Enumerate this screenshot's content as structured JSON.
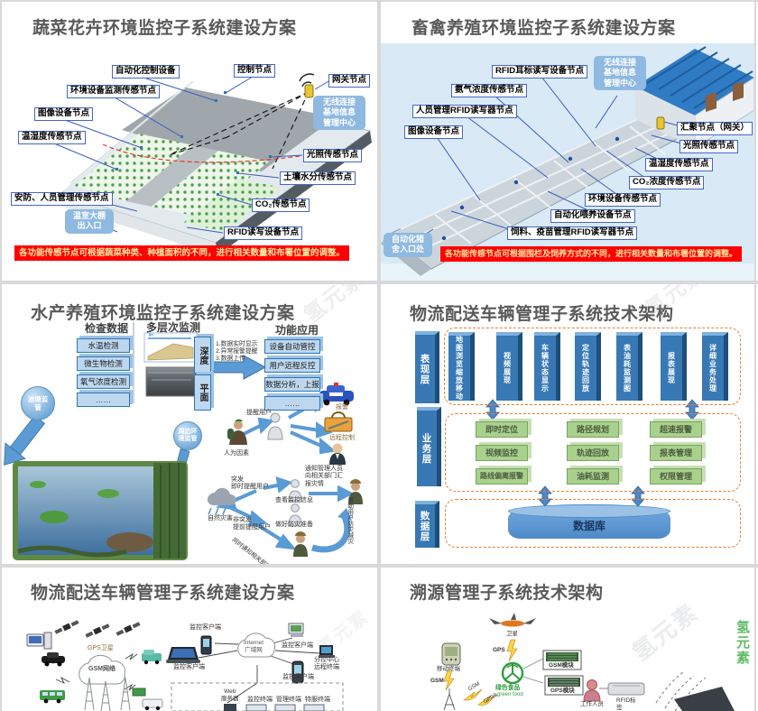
{
  "watermark": {
    "text": "氢元素"
  },
  "slide1": {
    "title": "蔬菜花卉环境监控子系统建设方案",
    "callout_auto": "自动化控制设备",
    "callout_control": "控制节点",
    "callout_gateway": "网关节点",
    "callout_envmon": "环境设备监测传感节点",
    "callout_image": "图像设备节点",
    "callout_temphum": "温湿度传感节点",
    "callout_security": "安防、人员管理传感节点",
    "callout_light": "光照传感节点",
    "callout_soil": "土壤水分传感节点",
    "callout_co2": "CO₂传感节点",
    "callout_rfid": "RFID读写设备节点",
    "chip_entrance": "温室大棚\n出入口",
    "chip_wireless": "无线连接\n基地信息\n管理中心",
    "banner": "各功能传感节点可根据蔬菜种类、种植面积的不同，进行相关数量和布署位置的调整。"
  },
  "slide2": {
    "title": "畜禽养殖环境监控子系统建设方案",
    "callout_rfid_ear": "RFID耳标读写设备节点",
    "callout_ammonia": "氨气浓度传感节点",
    "callout_staff": "人员管理RFID读写器节点",
    "callout_image": "图像设备节点",
    "callout_sink": "汇聚节点（网关）",
    "callout_light": "光照传感节点",
    "callout_temphum": "温湿度传感节点",
    "callout_co2": "CO₂浓度传感节点",
    "callout_envdev": "环境设备传感节点",
    "callout_feeder": "自动化喂养设备节点",
    "callout_feed_rfid": "饲料、疫苗管理RFID读写器节点",
    "chip_wireless": "无线连接\n基地信息\n管理中心",
    "chip_entrance": "自动化猪\n舍入口处",
    "banner": "各功能传感节点可根据围栏及饲养方式的不同，进行相关数量和布署位置的调整。"
  },
  "slide3": {
    "title": "水产养殖环境监控子系统建设方案",
    "header_check": "检查数据",
    "header_multi": "多层次监测",
    "header_func": "功能应用",
    "check_items": [
      "水温检测",
      "微生物检测",
      "氧气浓度检测",
      "……"
    ],
    "tab_depth": "深度",
    "tab_plane": "平面",
    "arrow_notes": "1.数据实时显示\n2.异常报警提醒\n3.数据上传",
    "func_items": [
      "设备自动管控",
      "用户远程反控",
      "数据分析，上报",
      "……"
    ],
    "oval_pond": "池塘监\n管",
    "oval_around": "周边环\n境监管",
    "label_remind": "提醒用户",
    "label_human": "人为因素",
    "label_alarm": "报警",
    "label_remote": "远程控制",
    "label_notify": "通知管理人员\n向相关部门汇\n报灾情",
    "label_sudden": "突发\n即时提醒用户",
    "label_nature": "自然灾害",
    "label_view": "查看监控信息",
    "label_nonsudden": "非突发\n提前提醒用户",
    "label_prepare": "做好防灾准备",
    "label_help": "帮助用户防灾减灾",
    "label_dept": "同时通知相关部门"
  },
  "slide4": {
    "title": "物流配送车辆管理子系统技术架构",
    "layers": [
      "表现层",
      "业务层",
      "数据层"
    ],
    "pillars": [
      "地图浏览缩放移动",
      "视频展现",
      "车辆状态显示",
      "定位轨迹回放",
      "表油耗监测图",
      "报表展现",
      "详细业务处理"
    ],
    "services": [
      [
        "即时定位",
        "路径规划",
        "超速报警"
      ],
      [
        "视频监控",
        "轨迹回放",
        "报表管理"
      ],
      [
        "路线偏离报警",
        "油耗监测",
        "权限管理"
      ]
    ],
    "database": "数据库"
  },
  "slide5": {
    "title": "物流配送车辆管理子系统建设方案",
    "label_gps": "GPS卫星",
    "label_gsm": "GSM网络",
    "label_client": "监控客户端",
    "label_internet": "Internet\n广域网",
    "label_subcenter": "分控中心\n远程终端",
    "label_web": "Web\n服务器",
    "terms": [
      "监控终端",
      "管理终端",
      "特服终端"
    ]
  },
  "slide6": {
    "title": "溯源管理子系统技术架构",
    "label_satellite": "卫星",
    "label_gps": "GPS",
    "label_mobile": "移动终端",
    "label_gsm": "GSM",
    "label_gprs": "GPRS",
    "label_gsm_module": "GSM模块",
    "label_gps_module": "GPS模块",
    "label_brand": "绿色食品",
    "label_brand_en": "green food",
    "label_worker": "工作人员",
    "label_rfid": "RFID标\n签"
  }
}
